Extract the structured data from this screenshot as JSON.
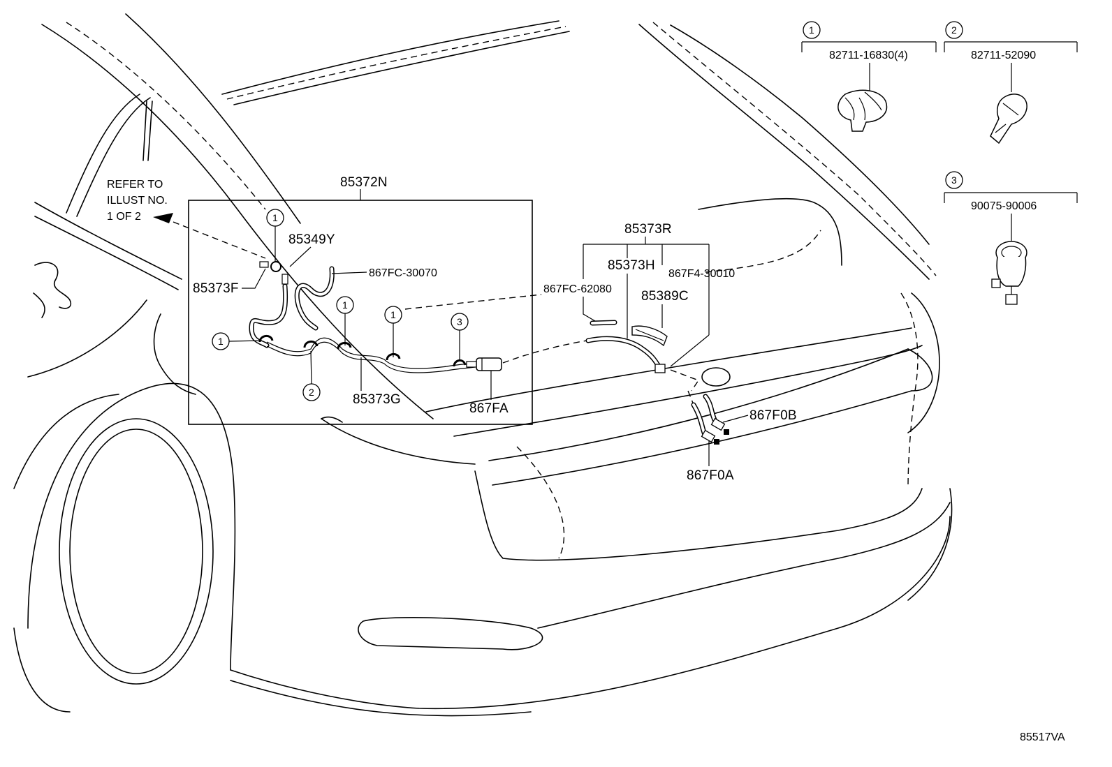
{
  "diagram": {
    "groups": {
      "hose_assembly_left": "85372N",
      "hose_assembly_right": "85373R"
    },
    "note": {
      "line1": "REFER TO",
      "line2": "ILLUST NO.",
      "line3": "1 OF 2"
    },
    "parts": {
      "p85349Y": "85349Y",
      "p85373F": "85373F",
      "p867FC_30070": "867FC-30070",
      "p85373G": "85373G",
      "p867FA": "867FA",
      "p85373H": "85373H",
      "p867F4_30010": "867F4-30010",
      "p867FC_62080": "867FC-62080",
      "p85389C": "85389C",
      "p867F0B": "867F0B",
      "p867F0A": "867F0A"
    },
    "callouts": {
      "one": "1",
      "two": "2",
      "three": "3"
    },
    "legend": [
      {
        "num": "1",
        "part": "82711-16830(4)"
      },
      {
        "num": "2",
        "part": "82711-52090"
      },
      {
        "num": "3",
        "part": "90075-90006"
      }
    ],
    "figure_id": "85517VA"
  }
}
